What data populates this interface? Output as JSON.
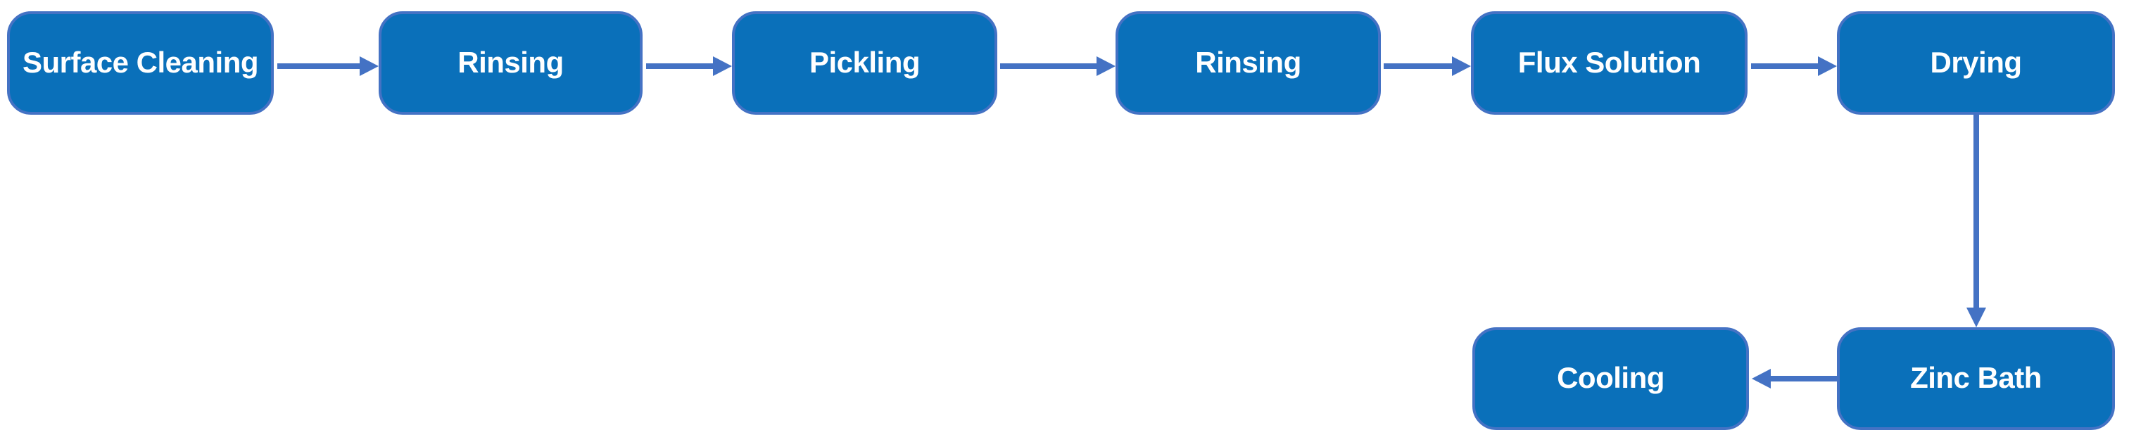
{
  "diagram": {
    "type": "flowchart",
    "nodes": [
      {
        "id": "surface-cleaning",
        "label": "Surface Cleaning"
      },
      {
        "id": "rinsing-1",
        "label": "Rinsing"
      },
      {
        "id": "pickling",
        "label": "Pickling"
      },
      {
        "id": "rinsing-2",
        "label": "Rinsing"
      },
      {
        "id": "flux-solution",
        "label": "Flux Solution"
      },
      {
        "id": "drying",
        "label": "Drying"
      },
      {
        "id": "zinc-bath",
        "label": "Zinc Bath"
      },
      {
        "id": "cooling",
        "label": "Cooling"
      }
    ],
    "connections": [
      {
        "from": "surface-cleaning",
        "to": "rinsing-1",
        "direction": "right"
      },
      {
        "from": "rinsing-1",
        "to": "pickling",
        "direction": "right"
      },
      {
        "from": "pickling",
        "to": "rinsing-2",
        "direction": "right"
      },
      {
        "from": "rinsing-2",
        "to": "flux-solution",
        "direction": "right"
      },
      {
        "from": "flux-solution",
        "to": "drying",
        "direction": "right"
      },
      {
        "from": "drying",
        "to": "zinc-bath",
        "direction": "down"
      },
      {
        "from": "zinc-bath",
        "to": "cooling",
        "direction": "left"
      }
    ],
    "colors": {
      "node_fill": "#0A70BA",
      "node_border": "#4472C4",
      "arrow": "#4472C4",
      "text": "#FFFFFF",
      "background": "#FFFFFF"
    }
  }
}
